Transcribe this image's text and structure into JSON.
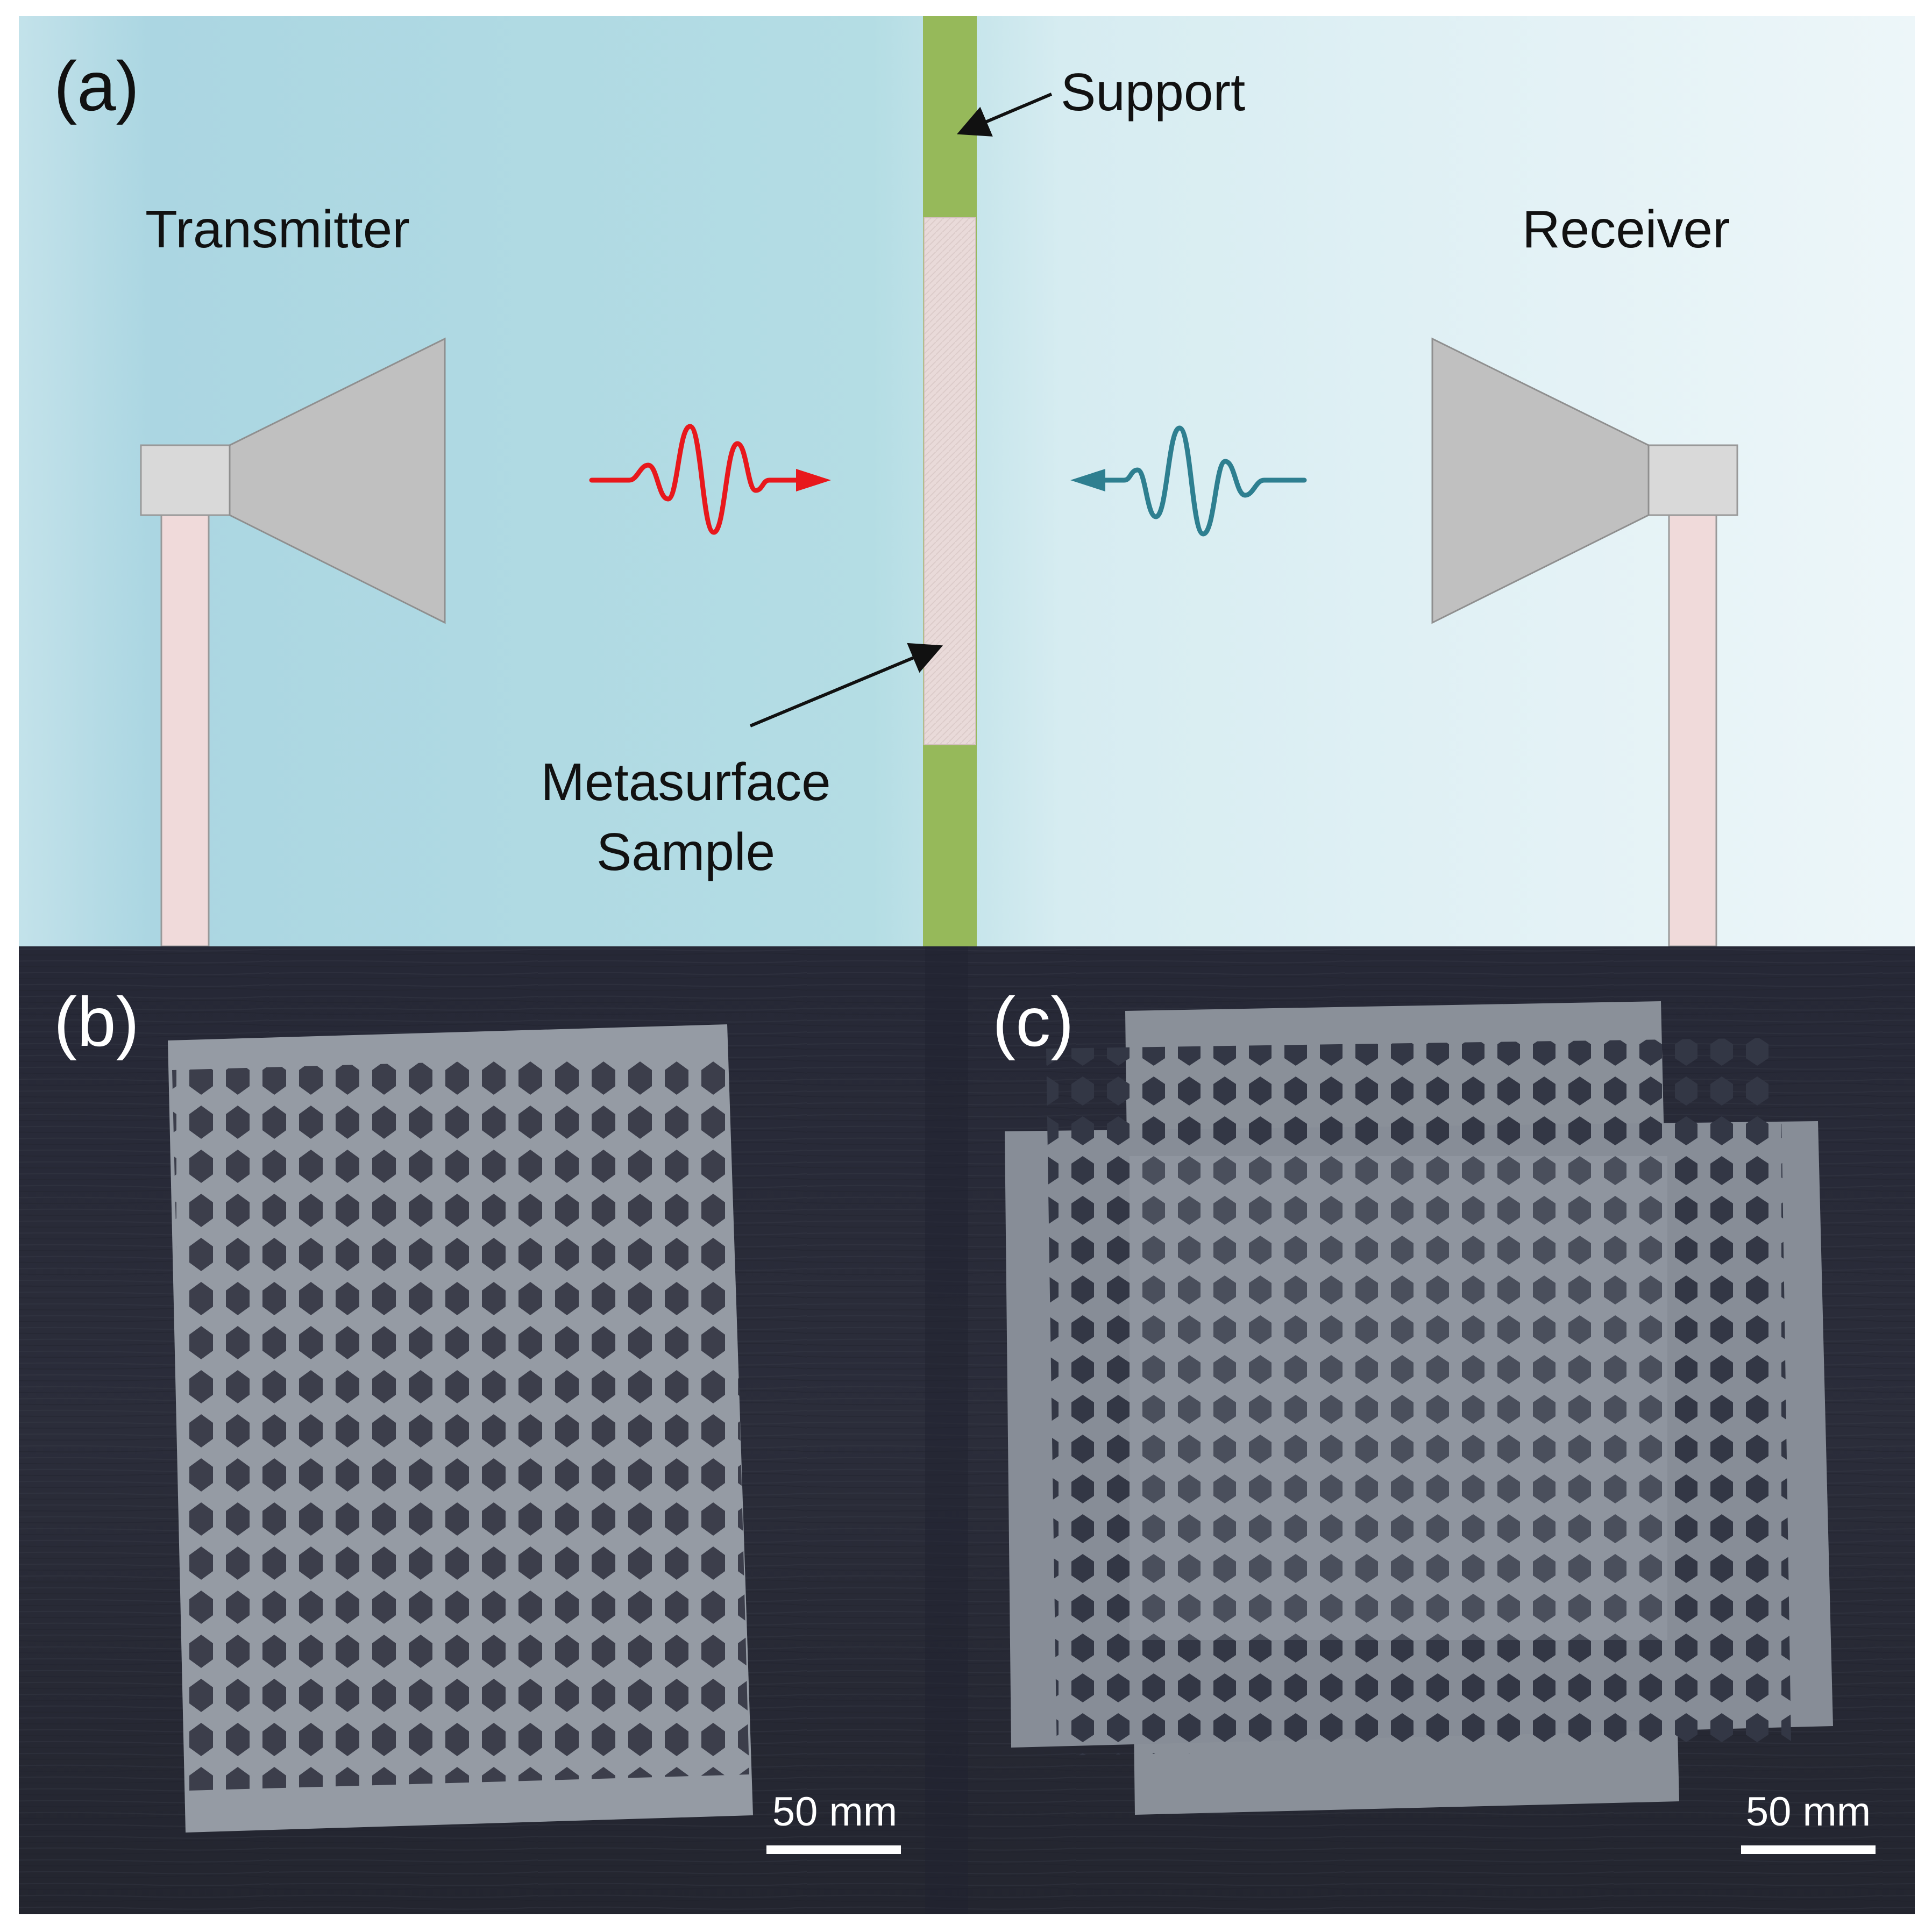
{
  "panel_a": {
    "label": "(a)",
    "transmitter_label": "Transmitter",
    "receiver_label": "Receiver",
    "support_label": "Support",
    "sample_label_line1": "Metasurface",
    "sample_label_line2": "Sample",
    "colors": {
      "background_left": "#a9d6e2",
      "background_right": "#eaf5f8",
      "support": "#96b95a",
      "sample": "#ead9d8",
      "horn": "#c0c0c0",
      "stand": "#f0dada",
      "incident_wave": "#e8181c",
      "reflected_wave": "#2e7f90"
    }
  },
  "panel_b": {
    "label": "(b)",
    "scale_bar_label": "50 mm"
  },
  "panel_c": {
    "label": "(c)",
    "scale_bar_label": "50 mm"
  }
}
